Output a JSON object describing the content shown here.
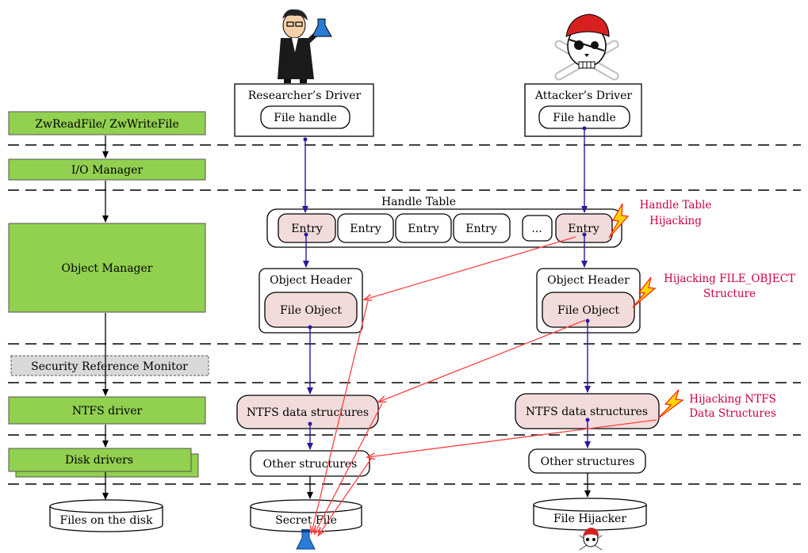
{
  "layers": {
    "zw_read_write": "ZwReadFile/ ZwWriteFile",
    "io_manager": "I/O Manager",
    "object_manager": "Object Manager",
    "security_reference_monitor": "Security Reference Monitor",
    "ntfs_driver": "NTFS driver",
    "disk_drivers": "Disk drivers",
    "files_on_disk": "Files on the disk"
  },
  "researcher": {
    "driver_title": "Researcher’s Driver",
    "file_handle": "File handle",
    "object_header": "Object Header",
    "file_object": "File Object",
    "ntfs_data": "NTFS data structures",
    "other_structures": "Other structures",
    "target_file": "Secret File"
  },
  "attacker": {
    "driver_title": "Attacker’s Driver",
    "file_handle": "File handle",
    "object_header": "Object Header",
    "file_object": "File Object",
    "ntfs_data": "NTFS data structures",
    "other_structures": "Other structures",
    "target_file": "File Hijacker"
  },
  "handle_table": {
    "title": "Handle Table",
    "entries": [
      "Entry",
      "Entry",
      "Entry",
      "Entry",
      "...",
      "Entry"
    ]
  },
  "annotations": {
    "handle_table_hijack_1": "Handle Table",
    "handle_table_hijack_2": "Hijacking",
    "file_object_hijack_1": "Hijacking FILE_OBJECT",
    "file_object_hijack_2": "Structure",
    "ntfs_hijack_1": "Hijacking NTFS",
    "ntfs_hijack_2": "Data Structures"
  },
  "colors": {
    "layer_green": "#92d050",
    "highlight_pink": "#f2dcdb",
    "arrow_blue": "#2a1a9c",
    "hijack_red": "#ff4040",
    "annotation_text": "#cc0044",
    "lightning": "#ffd700"
  },
  "icons": {
    "researcher": "scientist-icon",
    "attacker": "pirate-skull-icon",
    "flask": "flask-icon"
  }
}
